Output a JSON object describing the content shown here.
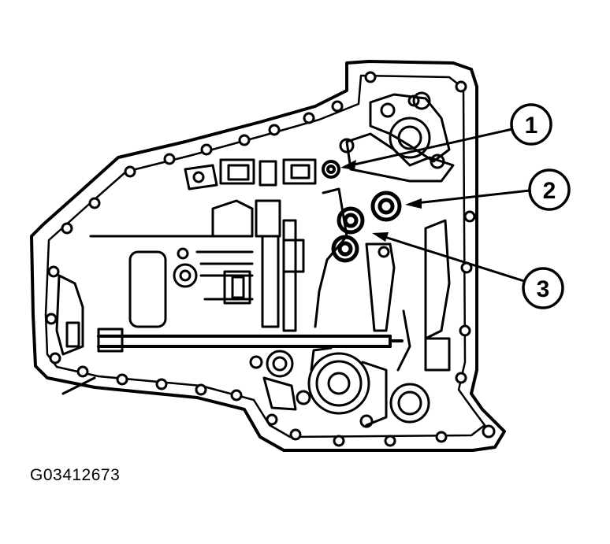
{
  "callouts": [
    {
      "number": "1"
    },
    {
      "number": "2"
    },
    {
      "number": "3"
    }
  ],
  "figure_id": "G03412673"
}
